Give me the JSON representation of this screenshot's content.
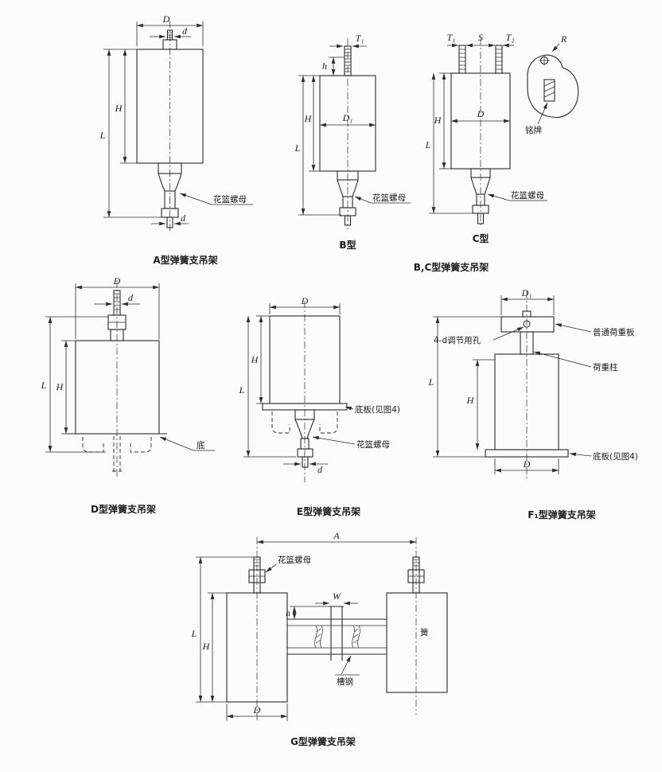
{
  "figA": {
    "caption": "A型弹簧支吊架",
    "D": "D",
    "d_top": "d",
    "H": "H",
    "L": "L",
    "d_bottom": "d",
    "turnbuckle": "花篮螺母"
  },
  "figB": {
    "caption": "B型",
    "T1": "T₁",
    "h": "h",
    "D1": "D₁",
    "H": "H",
    "L": "L",
    "turnbuckle": "花篮螺母"
  },
  "figC": {
    "caption": "C型",
    "group_caption": "B,C型弹簧支吊架",
    "T1": "T₁",
    "S": "S",
    "T2": "T₂",
    "D": "D",
    "H": "H",
    "L": "L",
    "turnbuckle": "花篮螺母"
  },
  "detail": {
    "R": "R",
    "nameplate": "铭牌"
  },
  "figD": {
    "caption": "D型弹簧支吊架",
    "D": "D",
    "d": "d",
    "H": "H",
    "L": "L",
    "bottom": "底"
  },
  "figE": {
    "caption": "E型弹簧支吊架",
    "D": "D",
    "H": "H",
    "L": "L",
    "d": "d",
    "base_plate": "底板(见图4)",
    "turnbuckle": "花篮螺母"
  },
  "figF1": {
    "caption": "F₁型弹簧支吊架",
    "D1": "D₁",
    "L": "L",
    "H": "H",
    "D": "D",
    "adjust_holes": "4-d调节用孔",
    "load_plate": "普通荷重板",
    "load_column": "荷重柱",
    "base_plate": "底板(见图4)"
  },
  "figG": {
    "caption": "G型弹簧支吊架",
    "A": "A",
    "W": "W",
    "h": "h",
    "L": "L",
    "H": "H",
    "D": "D",
    "turnbuckle": "花篮螺母",
    "channel": "槽钢",
    "spring": "簧"
  }
}
